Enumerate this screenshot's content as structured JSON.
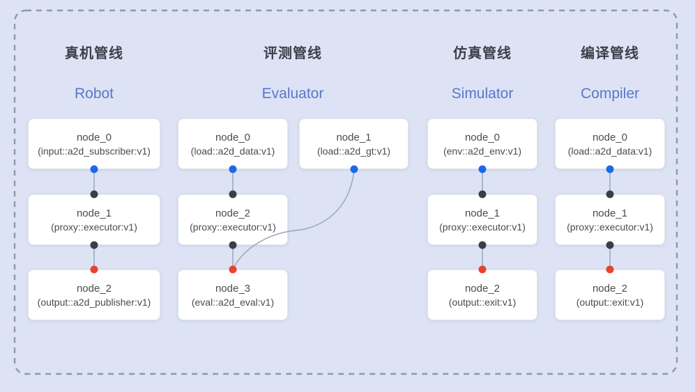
{
  "colors": {
    "background": "#dde3f5",
    "frame_border": "#9098a4",
    "box_bg": "#ffffff",
    "box_border": "#e4e6eb",
    "title_zh": "#3b3f48",
    "title_en": "#5877cb",
    "node_text": "#474b52",
    "edge": "#98a1b3",
    "dot_blue": "#1e68e6",
    "dot_black": "#3a3f46",
    "dot_red": "#e8432d"
  },
  "pipelines": {
    "robot": {
      "title_zh": "真机管线",
      "title_en": "Robot",
      "nodes": {
        "n0": {
          "name": "node_0",
          "impl": "(input::a2d_subscriber:v1)"
        },
        "n1": {
          "name": "node_1",
          "impl": "(proxy::executor:v1)"
        },
        "n2": {
          "name": "node_2",
          "impl": "(output::a2d_publisher:v1)"
        }
      }
    },
    "evaluator": {
      "title_zh": "评测管线",
      "title_en": "Evaluator",
      "nodes": {
        "n0": {
          "name": "node_0",
          "impl": "(load::a2d_data:v1)"
        },
        "n1": {
          "name": "node_1",
          "impl": "(load::a2d_gt:v1)"
        },
        "n2": {
          "name": "node_2",
          "impl": "(proxy::executor:v1)"
        },
        "n3": {
          "name": "node_3",
          "impl": "(eval::a2d_eval:v1)"
        }
      }
    },
    "simulator": {
      "title_zh": "仿真管线",
      "title_en": "Simulator",
      "nodes": {
        "n0": {
          "name": "node_0",
          "impl": "(env::a2d_env:v1)"
        },
        "n1": {
          "name": "node_1",
          "impl": "(proxy::executor:v1)"
        },
        "n2": {
          "name": "node_2",
          "impl": "(output::exit:v1)"
        }
      }
    },
    "compiler": {
      "title_zh": "编译管线",
      "title_en": "Compiler",
      "nodes": {
        "n0": {
          "name": "node_0",
          "impl": "(load::a2d_data:v1)"
        },
        "n1": {
          "name": "node_1",
          "impl": "(proxy::executor:v1)"
        },
        "n2": {
          "name": "node_2",
          "impl": "(output::exit:v1)"
        }
      }
    }
  },
  "edges": [
    {
      "from": "robot.node_0",
      "to": "robot.node_1",
      "shape": "straight"
    },
    {
      "from": "robot.node_1",
      "to": "robot.node_2",
      "shape": "straight"
    },
    {
      "from": "evaluator.node_0",
      "to": "evaluator.node_2",
      "shape": "straight"
    },
    {
      "from": "evaluator.node_1",
      "to": "evaluator.node_3",
      "shape": "curved"
    },
    {
      "from": "evaluator.node_2",
      "to": "evaluator.node_3",
      "shape": "straight"
    },
    {
      "from": "simulator.node_0",
      "to": "simulator.node_1",
      "shape": "straight"
    },
    {
      "from": "simulator.node_1",
      "to": "simulator.node_2",
      "shape": "straight"
    },
    {
      "from": "compiler.node_0",
      "to": "compiler.node_1",
      "shape": "straight"
    },
    {
      "from": "compiler.node_1",
      "to": "compiler.node_2",
      "shape": "straight"
    }
  ]
}
